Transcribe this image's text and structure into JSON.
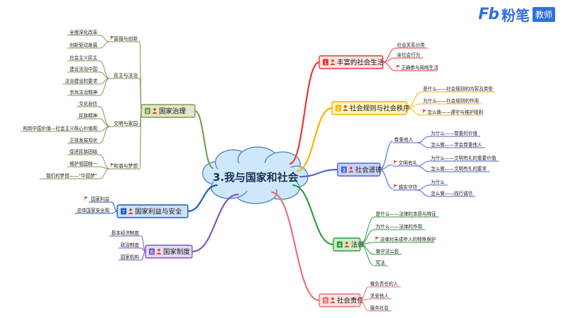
{
  "logo": {
    "mark": "Fb",
    "name": "粉笔",
    "tag": "教师"
  },
  "center": {
    "label": "3.我与国家和社会"
  },
  "branches": {
    "rich": {
      "num": "1",
      "label": "丰富的社会生活",
      "color": "#e53935",
      "fill": "#fde3e3",
      "children": [
        "社会关系分类",
        "亲社会行为",
        "正确参与网络生活"
      ]
    },
    "rules": {
      "num": "2",
      "label": "社会规则与社会秩序",
      "color": "#f6b300",
      "fill": "#fff3bf",
      "children": [
        "是什么——社会规则的内容及类型",
        "为什么——社会规则的作用",
        "怎么做——遵守与维护规则"
      ]
    },
    "ethic": {
      "num": "3",
      "label": "社会道德",
      "color": "#4f63d9",
      "fill": "#c9d3f5",
      "groups": [
        {
          "label": "尊重他人",
          "children": [
            "为什么——尊重的价值",
            "怎么做——学会尊重他人"
          ]
        },
        {
          "label": "文明有礼",
          "children": [
            "为什么——文明有礼的重要价值",
            "怎么做——文明有礼的要求"
          ]
        },
        {
          "label": "诚实守信",
          "children": [
            "为什么",
            "怎么做——践行诚信"
          ]
        }
      ]
    },
    "law": {
      "num": "4",
      "label": "法律",
      "color": "#2e9e3a",
      "fill": "#cdeec5",
      "children": [
        "是什么——法律的本质与特征",
        "为什么——法律的作用",
        "法律对未成年人的特殊保护",
        "做守法公民",
        "宪法"
      ]
    },
    "duty": {
      "num": "5",
      "label": "社会责任",
      "color": "#e57373",
      "fill": "#fbe0e0",
      "children": [
        "做负责任的人",
        "关爱他人",
        "服务社会"
      ]
    },
    "system": {
      "num": "6",
      "label": "国家制度",
      "color": "#7e57c2",
      "fill": "#e4dcf5",
      "children": [
        "基本经济制度",
        "政治制度",
        "国家机构"
      ]
    },
    "security": {
      "num": "7",
      "label": "国家利益与安全",
      "color": "#1e5bb8",
      "fill": "#cfe0f8",
      "children": [
        "国家利益",
        "总体国家安全观"
      ]
    },
    "gov": {
      "num": "8",
      "label": "国家治理",
      "color": "#7d9b52",
      "fill": "#dfe6c9",
      "groups": [
        {
          "label": "富强与创新",
          "children": [
            "全面深化改革",
            "创新驱动发展"
          ]
        },
        {
          "label": "民主与法治",
          "children": [
            "社会主义民主",
            "建设法治中国",
            "法治建设的要求",
            "崇尚法治精神"
          ]
        },
        {
          "label": "文明与家园",
          "children": [
            "文化自信",
            "民族精神",
            "构筑中国价值—社会主义核心价值观",
            "正视发展现状"
          ]
        },
        {
          "label": "和谐与梦想",
          "children": [
            "促进民族团结",
            "维护祖国统一",
            "我们的梦想——“中国梦”"
          ]
        }
      ]
    }
  }
}
